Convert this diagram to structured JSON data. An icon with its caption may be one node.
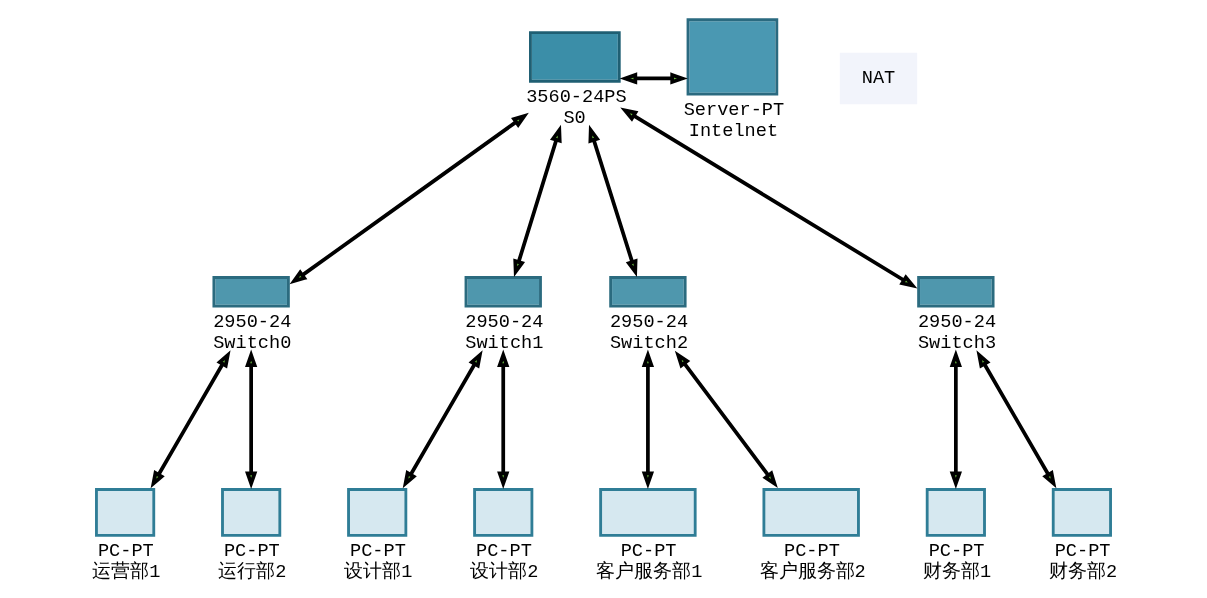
{
  "diagram": {
    "nodes": [
      {
        "text": [
          "3560-24PS",
          "S0"
        ]
      },
      {
        "text": [
          "Server-PT",
          "Intelnet"
        ]
      },
      {
        "text": [
          "2950-24",
          "Switch0"
        ]
      },
      {
        "text": [
          "2950-24",
          "Switch1"
        ]
      },
      {
        "text": [
          "2950-24",
          "Switch2"
        ]
      },
      {
        "text": [
          "2950-24",
          "Switch3"
        ]
      },
      {
        "text": [
          "PC-PT",
          "运营部1"
        ]
      },
      {
        "text": [
          "PC-PT",
          "运行部2"
        ]
      },
      {
        "text": [
          "PC-PT",
          "设计部1"
        ]
      },
      {
        "text": [
          "PC-PT",
          "设计部2"
        ]
      },
      {
        "text": [
          "PC-PT",
          "客户服务部1"
        ]
      },
      {
        "text": [
          "PC-PT",
          "客户服务部2"
        ]
      },
      {
        "text": [
          "PC-PT",
          "财务部1"
        ]
      },
      {
        "text": [
          "PC-PT",
          "财务部2"
        ]
      }
    ],
    "edges": [
      {
        "from": 0,
        "to": 1,
        "arrow": "both"
      },
      {
        "from": 0,
        "to": 2,
        "arrow": "both"
      },
      {
        "from": 0,
        "to": 3,
        "arrow": "both"
      },
      {
        "from": 0,
        "to": 4,
        "arrow": "both"
      },
      {
        "from": 0,
        "to": 5,
        "arrow": "both"
      },
      {
        "from": 2,
        "to": 6,
        "arrow": "both"
      },
      {
        "from": 2,
        "to": 7,
        "arrow": "both"
      },
      {
        "from": 3,
        "to": 8,
        "arrow": "both"
      },
      {
        "from": 3,
        "to": 9,
        "arrow": "both"
      },
      {
        "from": 4,
        "to": 10,
        "arrow": "both"
      },
      {
        "from": 4,
        "to": 11,
        "arrow": "both"
      },
      {
        "from": 5,
        "to": 12,
        "arrow": "both"
      },
      {
        "from": 5,
        "to": 13,
        "arrow": "both"
      }
    ],
    "labels": [
      "NAT"
    ]
  }
}
